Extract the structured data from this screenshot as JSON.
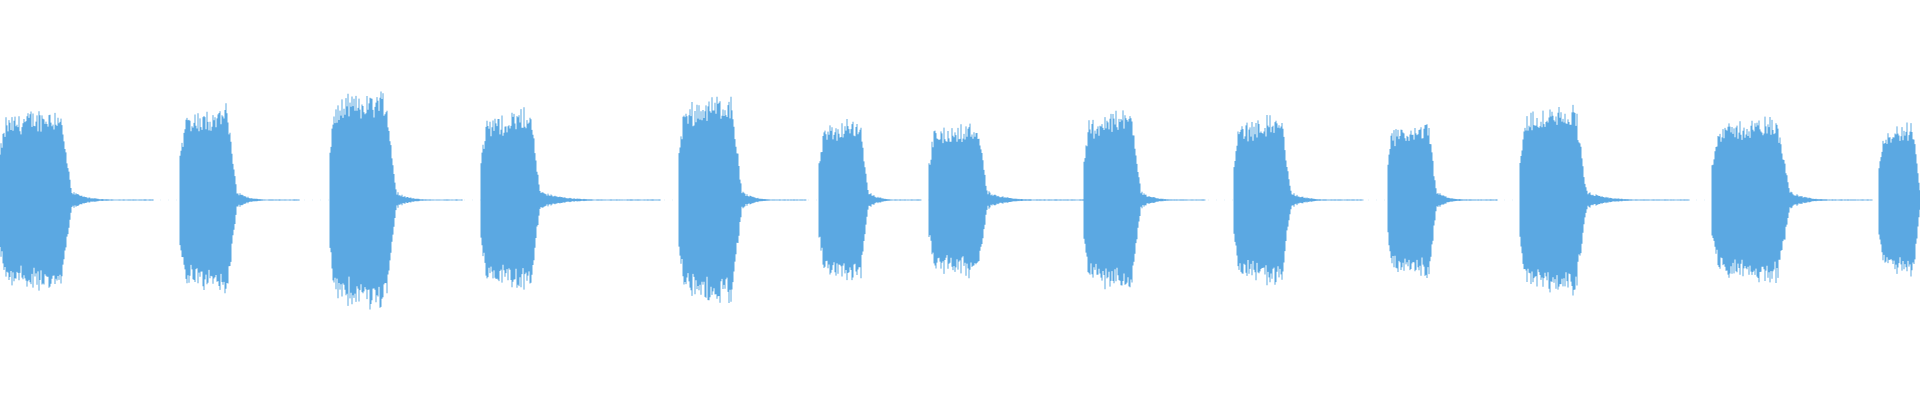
{
  "waveform": {
    "color": "#5BA8E2",
    "background": "#FFFFFF",
    "bursts": [
      {
        "start": 0.0,
        "end": 0.037,
        "peak": 0.48,
        "tail_end": 0.08
      },
      {
        "start": 0.094,
        "end": 0.123,
        "peak": 0.49,
        "tail_end": 0.156
      },
      {
        "start": 0.172,
        "end": 0.206,
        "peak": 0.57,
        "tail_end": 0.241
      },
      {
        "start": 0.251,
        "end": 0.281,
        "peak": 0.47,
        "tail_end": 0.344
      },
      {
        "start": 0.354,
        "end": 0.386,
        "peak": 0.55,
        "tail_end": 0.42
      },
      {
        "start": 0.427,
        "end": 0.452,
        "peak": 0.42,
        "tail_end": 0.48
      },
      {
        "start": 0.484,
        "end": 0.514,
        "peak": 0.4,
        "tail_end": 0.565
      },
      {
        "start": 0.565,
        "end": 0.594,
        "peak": 0.47,
        "tail_end": 0.628
      },
      {
        "start": 0.643,
        "end": 0.672,
        "peak": 0.44,
        "tail_end": 0.71
      },
      {
        "start": 0.723,
        "end": 0.748,
        "peak": 0.4,
        "tail_end": 0.78
      },
      {
        "start": 0.792,
        "end": 0.826,
        "peak": 0.49,
        "tail_end": 0.88
      },
      {
        "start": 0.892,
        "end": 0.932,
        "peak": 0.43,
        "tail_end": 0.975
      },
      {
        "start": 0.979,
        "end": 1.0,
        "peak": 0.4,
        "tail_end": 1.0
      }
    ]
  }
}
